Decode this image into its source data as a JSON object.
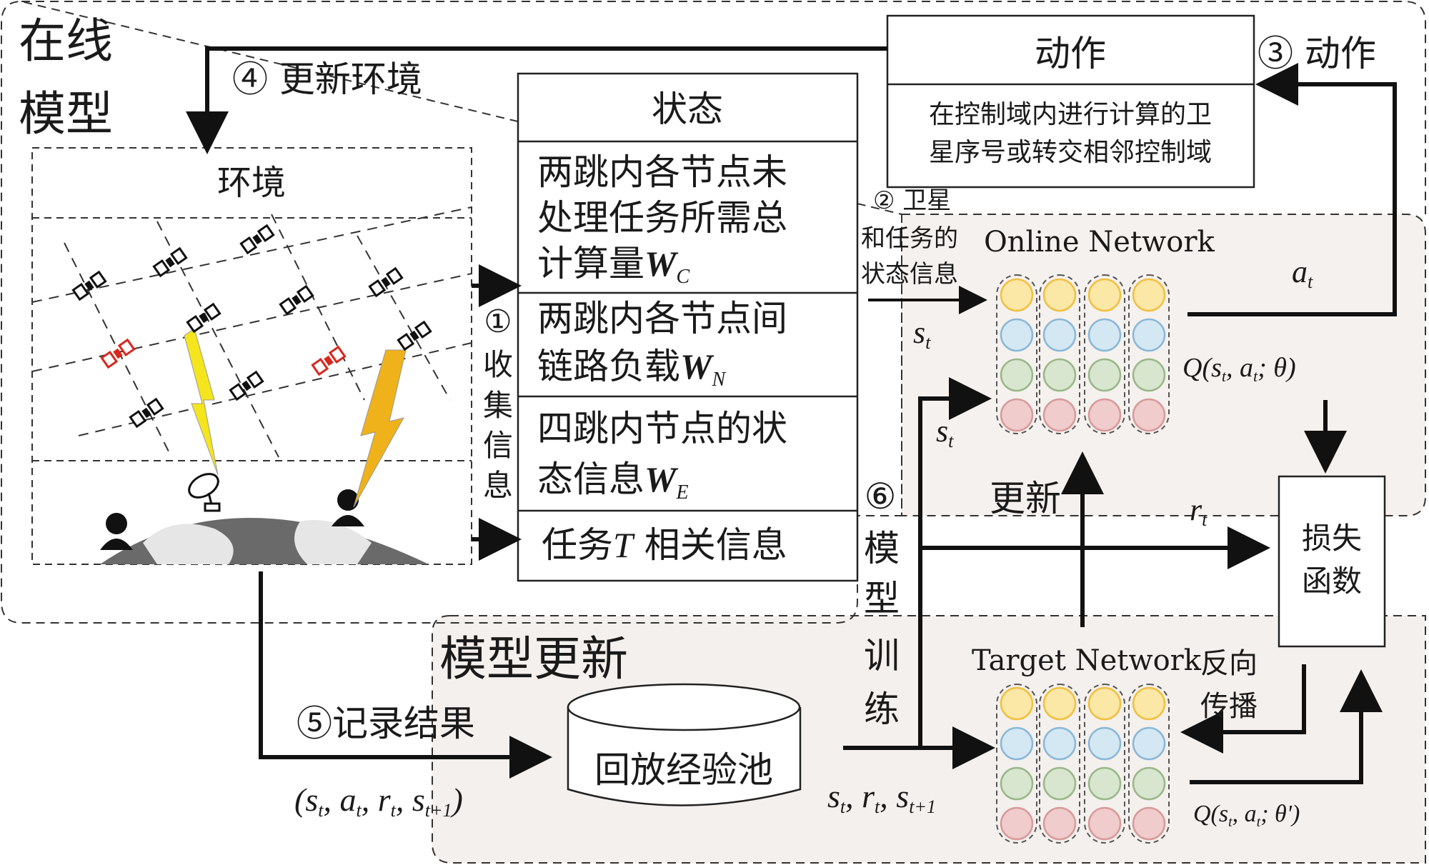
{
  "regions": {
    "online_model": "在线",
    "online_model_2": "模型",
    "model_update": "模型更新"
  },
  "environment": {
    "title": "环境"
  },
  "state": {
    "title": "状态",
    "row1_lines": [
      "两跳内各节点未",
      "处理任务所需总",
      "计算量"
    ],
    "row1_symbol": "W",
    "row1_sub": "C",
    "row2_lines": [
      "两跳内各节点间",
      "链路负载"
    ],
    "row2_symbol": "W",
    "row2_sub": "N",
    "row3_lines": [
      "四跳内节点的状",
      "态信息"
    ],
    "row3_symbol": "W",
    "row3_sub": "E",
    "row4_prefix": "任务",
    "row4_symbol": "T",
    "row4_suffix": " 相关信息"
  },
  "action": {
    "title": "动作",
    "desc_line1": "在控制域内进行计算的卫",
    "desc_line2": "星序号或转交相邻控制域"
  },
  "steps": {
    "s1_num": "①",
    "s1_chars": [
      "收",
      "集",
      "信",
      "息"
    ],
    "s2": "② 卫星",
    "s2_line2": "和任务的",
    "s2_line3": "状态信息",
    "s3": "③ 动作",
    "s4": "④ 更新环境",
    "s5": "⑤记录结果",
    "s6_num": "⑥",
    "s6_chars": [
      "模",
      "型",
      "训",
      "练"
    ]
  },
  "networks": {
    "online": "Online Network",
    "target": "Target Network",
    "loss_line1": "损失",
    "loss_line2": "函数",
    "replay": "回放经验池",
    "update": "更新",
    "backprop_line1": "反向",
    "backprop_line2": "传播"
  },
  "math": {
    "a_t": "a",
    "s_t": "s",
    "r_t": "r",
    "q_online": "Q(s",
    "q_target": "Q(s",
    "tuple_record": "(s",
    "triple": "s"
  },
  "colors": {
    "node_yellow": "#fbe7a6",
    "node_blue": "#d4e8f3",
    "node_green": "#d8e6cf",
    "node_red": "#f0cccc",
    "region_fill": "#f4f0ed",
    "satellite_red": "#d9261c",
    "lightning": "#f5e51c",
    "lightning_orange": "#f0b21a",
    "earth": "#6a6a6a"
  }
}
